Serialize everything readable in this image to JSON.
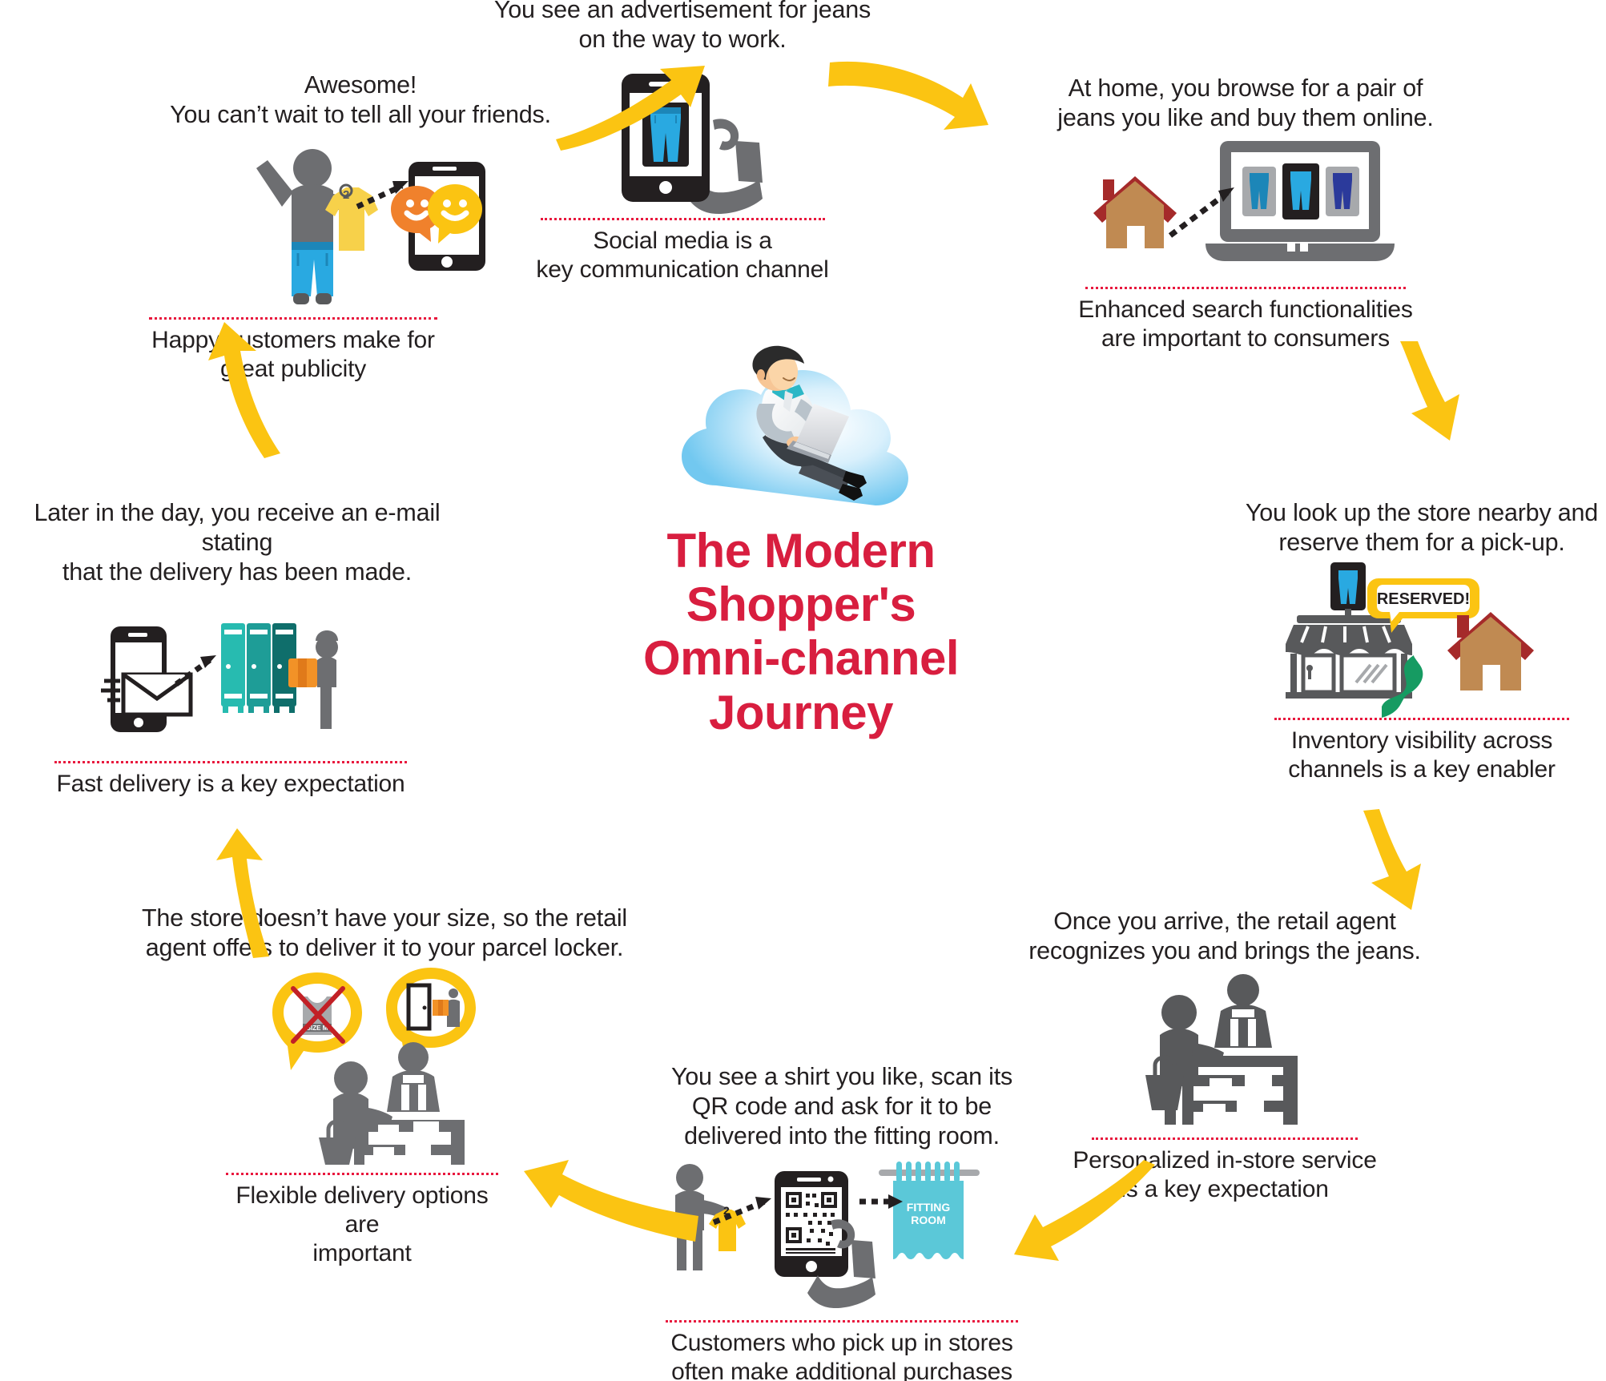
{
  "center": {
    "title": "The Modern\nShopper's\nOmni-channel\nJourney",
    "title_color": "#D81E3F",
    "illustration": "man-on-cloud-with-laptop-illustration"
  },
  "palette": {
    "arrow_yellow": "#FBC412",
    "separator_red": "#E8173D",
    "title_red": "#D81E3F",
    "icon_gray": "#58595B",
    "jeans_blue": "#29A9E1",
    "house_brown": "#C08A52",
    "roof_red": "#A52A2A",
    "locker_teal": "#27A9A0",
    "parcel_orange": "#F29227",
    "fitting_room_cyan": "#5BC8D8",
    "shirt_yellow": "#FBC412",
    "path_green": "#169B62"
  },
  "steps": [
    {
      "id": "advertisement",
      "story": "You see an advertisement for jeans\non the way to work.",
      "caption": "Social media is a\nkey communication channel",
      "icons": [
        "smartphone-icon",
        "jeans-icon",
        "hand-icon"
      ]
    },
    {
      "id": "browse-at-home",
      "story": "At home, you browse for a pair of\njeans you like and buy them online.",
      "caption": "Enhanced search functionalities\nare important to consumers",
      "icons": [
        "house-icon",
        "dashed-arrow-icon",
        "laptop-icon",
        "jeans-icon"
      ]
    },
    {
      "id": "reserve-pickup",
      "story": "You look up the store nearby and\nreserve them for a pick-up.",
      "caption": "Inventory visibility across\nchannels is a key enabler",
      "badge": "RESERVED!",
      "icons": [
        "storefront-icon",
        "jeans-sign-icon",
        "speech-bubble-icon",
        "green-path-icon",
        "house-icon"
      ]
    },
    {
      "id": "in-store-recognition",
      "story": "Once you arrive, the retail agent\nrecognizes you and brings the jeans.",
      "caption": "Personalized in-store service\nis a key expectation",
      "icons": [
        "customer-icon",
        "retail-agent-icon",
        "shelf-icon",
        "basket-icon"
      ]
    },
    {
      "id": "scan-qr-fitting-room",
      "story": "You see a shirt you like, scan its\nQR code and ask for it to be\ndelivered into the fitting room.",
      "caption": "Customers who pick up in stores\noften make additional purchases",
      "fitting_room_label": "FITTING\nROOM",
      "icons": [
        "person-with-shirt-icon",
        "smartphone-icon",
        "qr-code-icon",
        "hand-icon",
        "fitting-room-curtain-icon"
      ]
    },
    {
      "id": "flexible-delivery",
      "story": "The store doesn’t have your size, so the retail\nagent offers to deliver it to your parcel locker.",
      "caption": "Flexible delivery options are\nimportant",
      "bubble_left": "out-of-stock-crossed-bag-icon",
      "bubble_right": "doorstep-delivery-icon",
      "icons": [
        "customer-icon",
        "retail-agent-icon",
        "shelf-icon",
        "speech-bubble-icon"
      ]
    },
    {
      "id": "delivery-email",
      "story": "Later in the day, you receive an e-mail stating\nthat the delivery has been made.",
      "caption": "Fast delivery is a key expectation",
      "icons": [
        "smartphone-icon",
        "envelope-icon",
        "dashed-arrow-icon",
        "parcel-locker-icon",
        "courier-icon",
        "parcel-box-icon"
      ]
    },
    {
      "id": "tell-friends",
      "story": "Awesome!\nYou can’t wait to tell all your friends.",
      "caption": "Happy customers make for great publicity",
      "icons": [
        "happy-person-icon",
        "tshirt-icon",
        "dashed-arrow-icon",
        "smartphone-icon",
        "smiley-chat-bubble-icon"
      ]
    }
  ],
  "flow_arrows": [
    {
      "id": "arrow-publicity-to-advertisement",
      "direction": "up-right"
    },
    {
      "id": "arrow-advertisement-to-browse",
      "direction": "down-right"
    },
    {
      "id": "arrow-browse-to-reserve",
      "direction": "down"
    },
    {
      "id": "arrow-reserve-to-instore",
      "direction": "down"
    },
    {
      "id": "arrow-instore-to-fittingroom",
      "direction": "down-left"
    },
    {
      "id": "arrow-fittingroom-to-flexibledelivery",
      "direction": "left"
    },
    {
      "id": "arrow-flexibledelivery-to-fastdelivery",
      "direction": "up"
    },
    {
      "id": "arrow-fastdelivery-to-publicity",
      "direction": "up"
    }
  ]
}
